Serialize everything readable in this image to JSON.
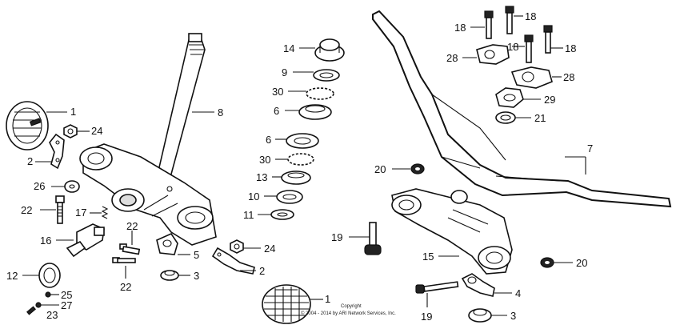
{
  "diagram": {
    "callouts": [
      {
        "id": "c1a",
        "label": "1"
      },
      {
        "id": "c2a",
        "label": "2"
      },
      {
        "id": "c24a",
        "label": "24"
      },
      {
        "id": "c26",
        "label": "26"
      },
      {
        "id": "c22a",
        "label": "22"
      },
      {
        "id": "c17",
        "label": "17"
      },
      {
        "id": "c16",
        "label": "16"
      },
      {
        "id": "c12",
        "label": "12"
      },
      {
        "id": "c25",
        "label": "25"
      },
      {
        "id": "c27",
        "label": "27"
      },
      {
        "id": "c23",
        "label": "23"
      },
      {
        "id": "c22b",
        "label": "22"
      },
      {
        "id": "c22c",
        "label": "22"
      },
      {
        "id": "c8",
        "label": "8"
      },
      {
        "id": "c5",
        "label": "5"
      },
      {
        "id": "c3a",
        "label": "3"
      },
      {
        "id": "c24b",
        "label": "24"
      },
      {
        "id": "c2b",
        "label": "2"
      },
      {
        "id": "c1b",
        "label": "1"
      },
      {
        "id": "c14",
        "label": "14"
      },
      {
        "id": "c9",
        "label": "9"
      },
      {
        "id": "c30a",
        "label": "30"
      },
      {
        "id": "c6a",
        "label": "6"
      },
      {
        "id": "c6b",
        "label": "6"
      },
      {
        "id": "c30b",
        "label": "30"
      },
      {
        "id": "c13",
        "label": "13"
      },
      {
        "id": "c10",
        "label": "10"
      },
      {
        "id": "c11",
        "label": "11"
      },
      {
        "id": "c20a",
        "label": "20"
      },
      {
        "id": "c19a",
        "label": "19"
      },
      {
        "id": "c15",
        "label": "15"
      },
      {
        "id": "c19b",
        "label": "19"
      },
      {
        "id": "c4",
        "label": "4"
      },
      {
        "id": "c3b",
        "label": "3"
      },
      {
        "id": "c20b",
        "label": "20"
      },
      {
        "id": "c7",
        "label": "7"
      },
      {
        "id": "c18a",
        "label": "18"
      },
      {
        "id": "c18b",
        "label": "18"
      },
      {
        "id": "c18c",
        "label": "18"
      },
      {
        "id": "c18d",
        "label": "18"
      },
      {
        "id": "c28a",
        "label": "28"
      },
      {
        "id": "c28b",
        "label": "28"
      },
      {
        "id": "c29",
        "label": "29"
      },
      {
        "id": "c21",
        "label": "21"
      }
    ],
    "copyright_line1": "Copyright",
    "copyright_line2": "© 2004 - 2014 by ARI Network Services, Inc."
  }
}
